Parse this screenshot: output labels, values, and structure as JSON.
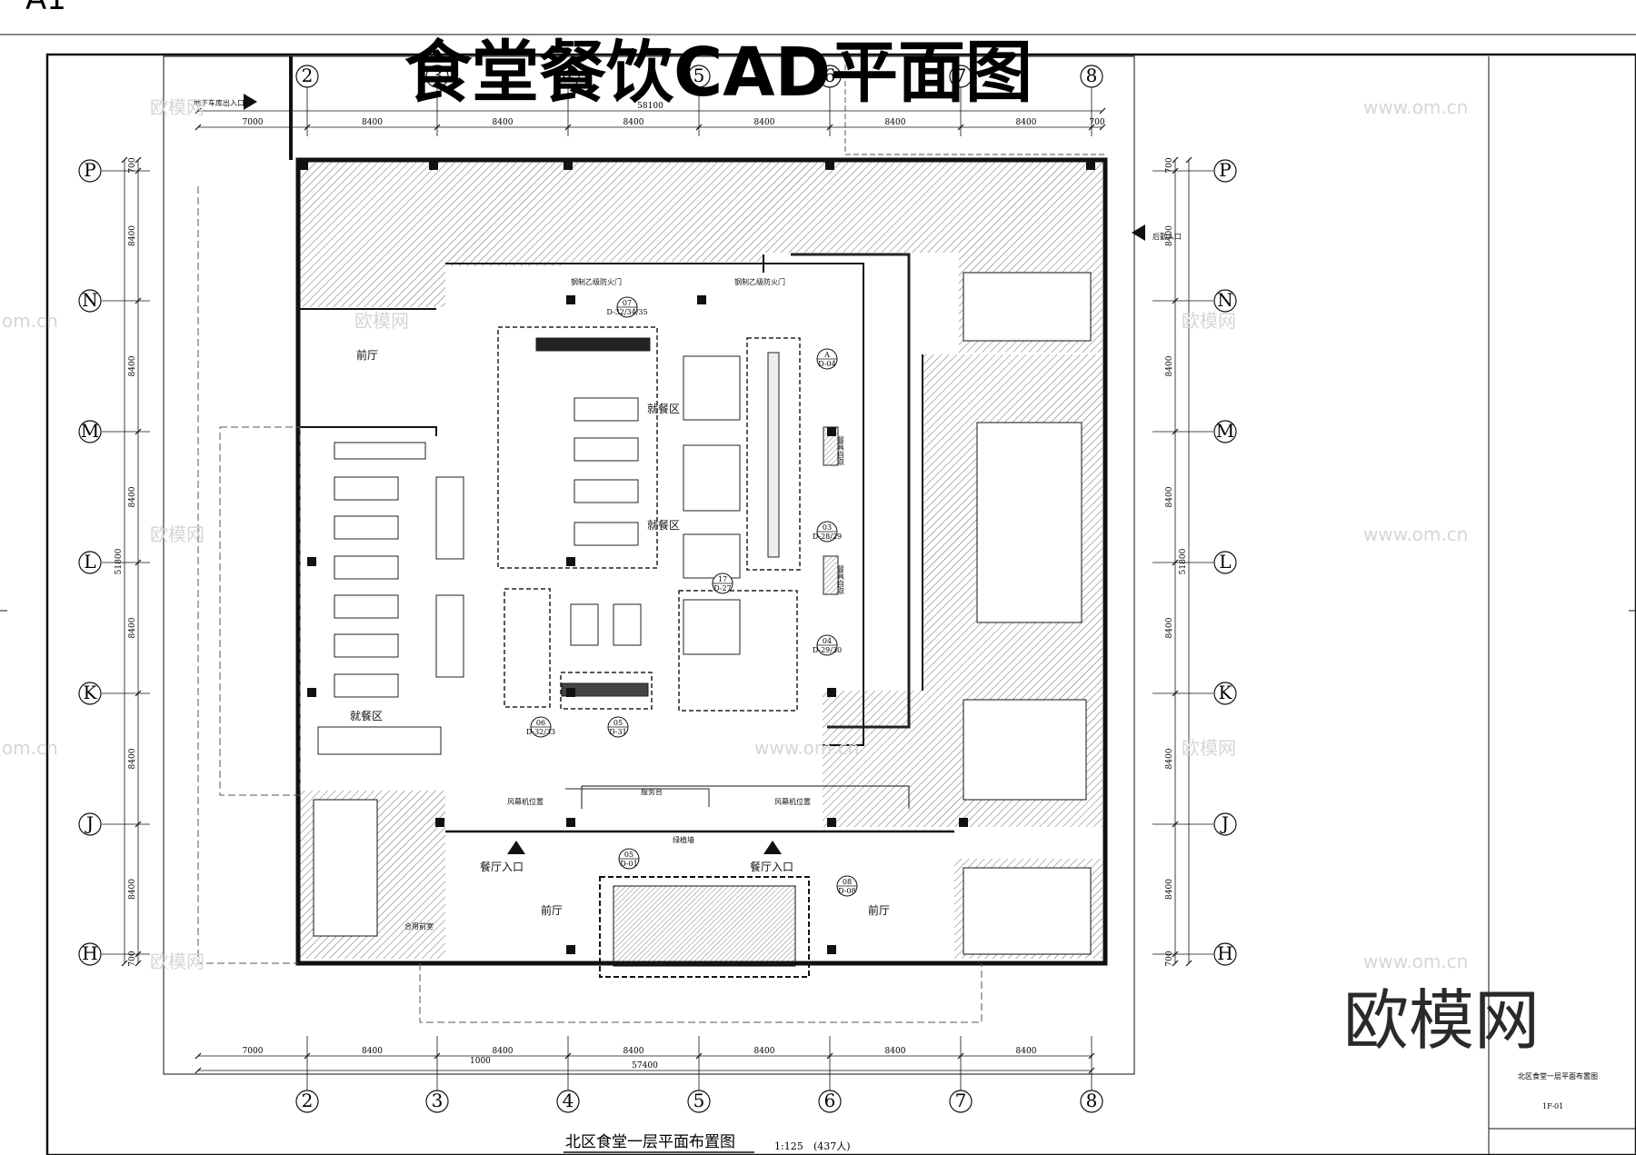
{
  "corner_mark": "A1",
  "title": "食堂餐饮CAD平面图",
  "grid_columns": [
    "2",
    "3",
    "4",
    "5",
    "6",
    "7",
    "8"
  ],
  "grid_rows": [
    "P",
    "N",
    "M",
    "L",
    "K",
    "J",
    "H"
  ],
  "dims_top": [
    "7000",
    "8400",
    "8400",
    "8400",
    "8400",
    "8400",
    "8400",
    "700"
  ],
  "dim_top_total": "58100",
  "dims_bottom": [
    "7000",
    "8400",
    "8400",
    "8400",
    "8400",
    "8400",
    "8400"
  ],
  "dim_bottom_total": "57400",
  "dim_bottom_small": "1000",
  "dims_side": [
    "700",
    "8400",
    "8400",
    "8400",
    "8400",
    "8400",
    "8400",
    "700"
  ],
  "dim_side_total": "51800",
  "entrances": {
    "garage": "地下车库出入口",
    "back_kitchen": "后勤入口",
    "dining_left": "餐厅入口",
    "dining_right": "餐厅入口"
  },
  "rooms": {
    "lobby_left": "前厅",
    "lobby_bottom_left": "前厅",
    "lobby_bottom_right": "前厅",
    "dining_1": "就餐区",
    "dining_2": "就餐区",
    "dining_3": "就餐区",
    "service_desk": "服务台",
    "fan_left": "风幕机位置",
    "fan_right": "风幕机位置",
    "utensil_1": "餐具自取",
    "utensil_2": "餐具自取",
    "shared_room": "合用前室",
    "green_wall": "绿植墙",
    "fire_door_1": "钢制乙级防火门",
    "fire_door_2": "钢制乙级防火门"
  },
  "callouts": [
    {
      "num": "07",
      "ref": "D-32/34/35"
    },
    {
      "num": "A",
      "ref": "D-04"
    },
    {
      "num": "03",
      "ref": "D-28/29"
    },
    {
      "num": "17",
      "ref": "D-27"
    },
    {
      "num": "04",
      "ref": "D-29/30"
    },
    {
      "num": "06",
      "ref": "D-32/33"
    },
    {
      "num": "05",
      "ref": "D-31"
    },
    {
      "num": "05",
      "ref": "D-01"
    },
    {
      "num": "08",
      "ref": "D-08"
    }
  ],
  "watermarks": {
    "logo_cn": "欧模网",
    "url": "www.om.cn",
    "url_partial": "om.cn"
  },
  "footer": {
    "plan_title": "北区食堂一层平面布置图",
    "scale": "1:125",
    "capacity": "(437人)"
  },
  "title_block": {
    "sheet_name": "北区食堂一层平面布置图",
    "sheet_no": "1F-01"
  }
}
